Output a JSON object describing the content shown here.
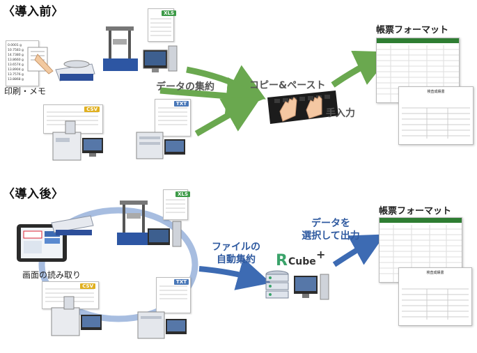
{
  "before": {
    "heading": "〈導入前〉",
    "print_memo_label": "印刷・メモ",
    "memo_lines": [
      "0.0001 g",
      "10.7583 g",
      "14.7380 g",
      "13.8660 g",
      "13.6574 g",
      "13.8904 g",
      "13.7576 g",
      "13.8868 g"
    ],
    "aggregation_label": "データの集約",
    "copy_paste_label": "コピー&ペースト",
    "manual_input_label": "手入力",
    "report_format_label": "帳票フォーマット",
    "file_tags": {
      "xls": "XLS",
      "txt": "TXT",
      "csv": "CSV"
    }
  },
  "after": {
    "heading": "〈導入後〉",
    "screen_read_label": "画面の読み取り",
    "auto_aggregation_label_1": "ファイルの",
    "auto_aggregation_label_2": "自動集約",
    "select_output_label_1": "データを",
    "select_output_label_2": "選択して出力",
    "report_format_label": "帳票フォーマット",
    "product_name_r": "R",
    "product_name_cube": "Cube",
    "product_name_plus": "+",
    "file_tags": {
      "xls": "XLS",
      "txt": "TXT",
      "csv": "CSV"
    }
  },
  "report": {
    "doc_title": "検査成績書"
  },
  "colors": {
    "arrow_green": "#6aa84f",
    "arrow_blue": "#3d6bb3",
    "loop_blue": "#a7bde0",
    "rcube_green": "#3aa36a",
    "xls_green": "#3c9a47",
    "txt_blue": "#4a78b8",
    "csv_yellow": "#e0b020"
  }
}
